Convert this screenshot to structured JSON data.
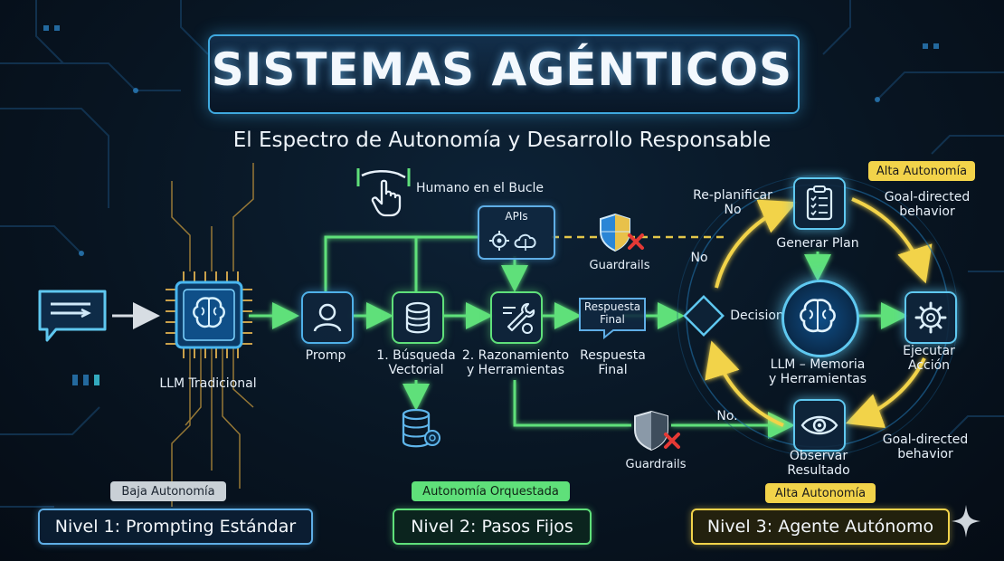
{
  "title": "SISTEMAS AGÉNTICOS",
  "subtitle": "El Espectro de Autonomía y Desarrollo Responsable",
  "human_in_loop": "Humano en el Bucle",
  "apis": "APIs",
  "guardrails_top": "Guardrails",
  "guardrails_bottom": "Guardrails",
  "llm_traditional": "LLM Tradicional",
  "prompt": "Promp",
  "step1": "1. Búsqueda\nVectorial",
  "step2": "2. Razonamiento\ny Herramientas",
  "response_box": "Respuesta\nFinal",
  "response_label": "Respuesta\nFinal",
  "replan": "Re-planificar\nNo",
  "no_left": "No",
  "no_bottom": "No.",
  "decision": "Decision",
  "generate_plan": "Generar Plan",
  "llm_memory": "LLM – Memoria\ny Herramientas",
  "execute_action": "Ejecutar\nAcción",
  "observe_result": "Observar\nResultado",
  "goal_top": "Goal-directed\nbehavior",
  "goal_bottom": "Goal-directed\nbehavior",
  "badge_high_top": "Alta Autonomía",
  "badge_low": "Baja Autonomía",
  "badge_orchestrated": "Autonomía Orquestada",
  "badge_high_bottom": "Alta Autonomía",
  "level1": "Nivel 1: Prompting Estándar",
  "level2": "Nivel 2: Pasos Fijos",
  "level3": "Nivel 3: Agente Autónomo",
  "icons": [
    "chat-icon",
    "brain-chip-icon",
    "user-icon",
    "database-icon",
    "tools-icon",
    "gear-icon",
    "clipboard-icon",
    "eye-icon",
    "shield-icon",
    "hand-cursor-icon",
    "sparkle-icon"
  ],
  "colors": {
    "blue": "#3fa9df",
    "green": "#5fe07a",
    "yellow": "#f2d34a",
    "accent_bg": "#081522"
  }
}
